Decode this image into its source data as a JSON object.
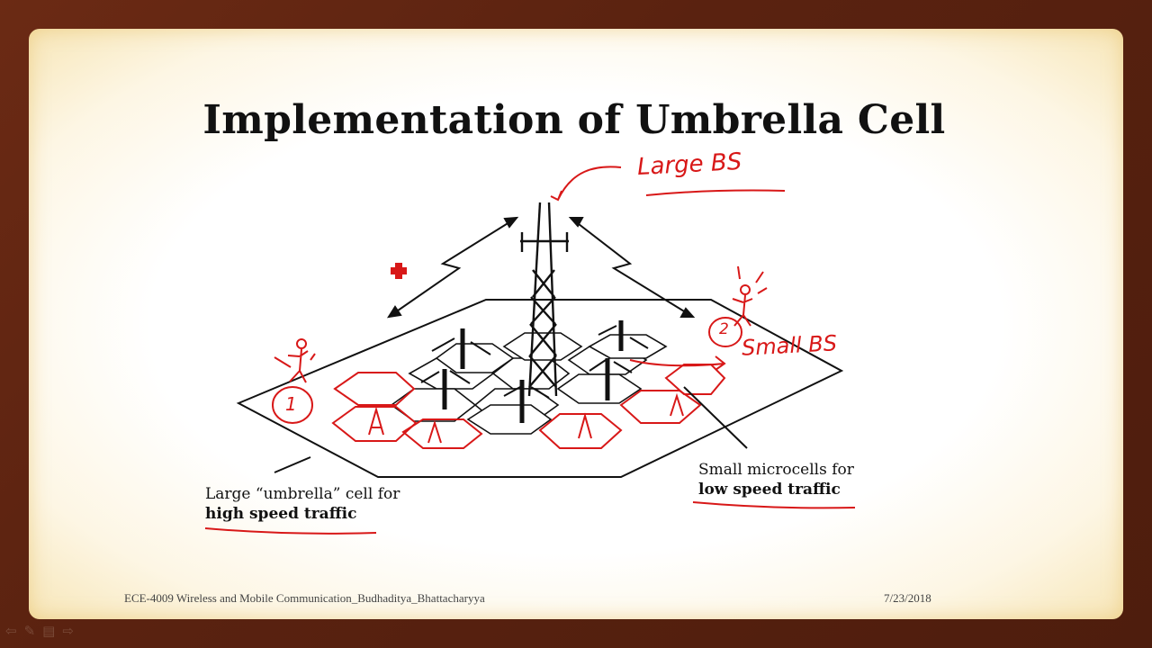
{
  "slide": {
    "title": "Implementation of Umbrella Cell",
    "caption_left_line1": "Large “umbrella” cell for",
    "caption_left_line2": "high speed traffic",
    "caption_right_line1": "Small microcells for",
    "caption_right_line2": "low speed traffic",
    "annotation_large_bs": "Large BS",
    "annotation_small_bs": "Small BS",
    "annotation_user1": "1",
    "annotation_user2": "2",
    "footer_left": "ECE-4009 Wireless and Mobile Communication_Budhaditya_Bhattacharyya",
    "footer_right": "7/23/2018"
  },
  "colors": {
    "ink": "#111111",
    "annotation": "#d81818",
    "frame": "#5a2210"
  },
  "controls": [
    "prev-arrow-icon",
    "pen-icon",
    "slides-icon",
    "next-arrow-icon"
  ]
}
